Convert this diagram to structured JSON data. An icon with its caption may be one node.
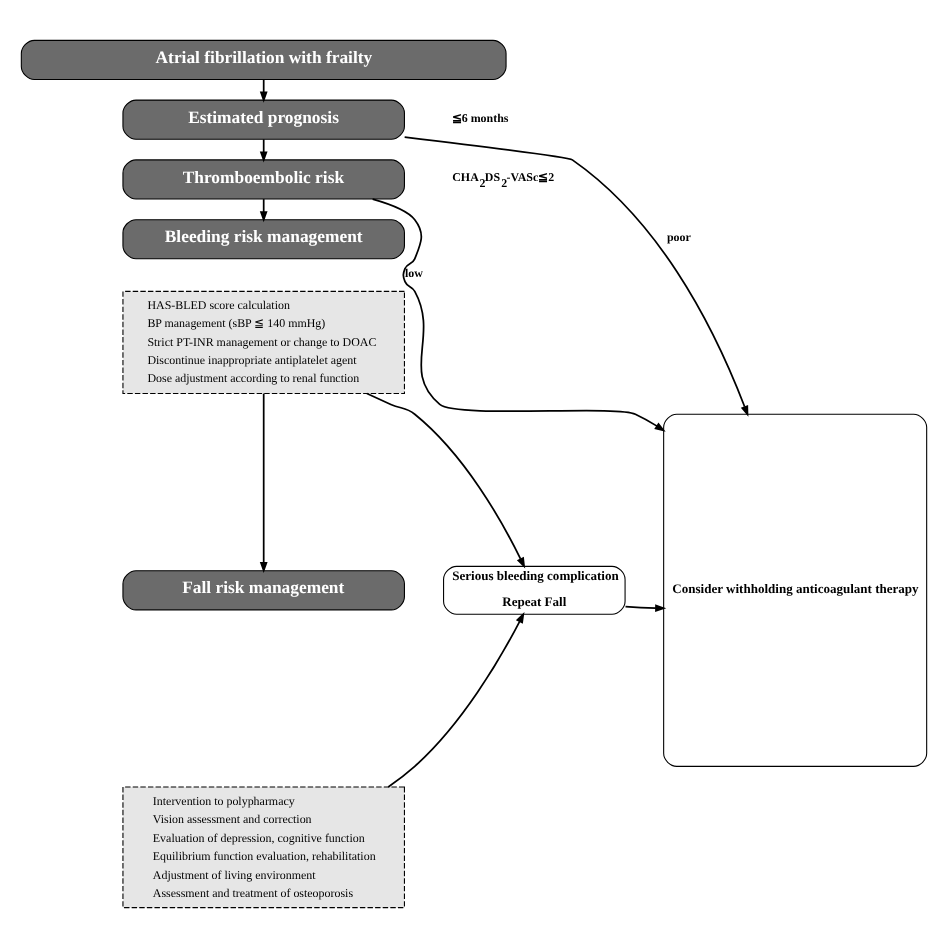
{
  "diagram": {
    "nodes": [
      {
        "text": [
          "Atrial fibrillation with frailty"
        ]
      },
      {
        "text": [
          "Estimated prognosis"
        ]
      },
      {
        "text": [
          "Thromboembolic risk"
        ]
      },
      {
        "text": [
          "Bleeding risk management"
        ]
      },
      {
        "text": [
          "HAS-BLED score calculation",
          "BP management (sBP ≦ 140 mmHg)",
          "Strict PT-INR management or change to DOAC",
          "Discontinue inappropriate antiplatelet agent",
          "Dose adjustment according to renal function"
        ]
      },
      {
        "text": [
          "Fall risk management"
        ]
      },
      {
        "text": [
          "Intervention to polypharmacy",
          "Vision assessment and correction",
          "Evaluation of depression, cognitive function",
          "Equilibrium function evaluation, rehabilitation",
          "Adjustment of living environment",
          "Assessment and treatment of osteoporosis"
        ]
      },
      {
        "text": [
          "Serious bleeding complication",
          "Repeat Fall"
        ]
      },
      {
        "text": [
          "Consider withholding anticoagulant therapy"
        ]
      }
    ],
    "edges": [
      {
        "from": 0,
        "to": 1,
        "arrow": "to"
      },
      {
        "from": 1,
        "to": 2,
        "arrow": "to"
      },
      {
        "from": 2,
        "to": 3,
        "arrow": "to"
      },
      {
        "from": 1,
        "to": 8,
        "arrow": "to",
        "label": "poor"
      },
      {
        "from": 2,
        "to": 8,
        "arrow": "to",
        "label": "low"
      },
      {
        "from": 4,
        "to": 5,
        "arrow": "to"
      },
      {
        "from": 4,
        "to": 7,
        "arrow": "to"
      },
      {
        "from": 6,
        "to": 7,
        "arrow": "to"
      },
      {
        "from": 7,
        "to": 8,
        "arrow": "to"
      }
    ],
    "labels": [
      "≦6 months",
      "CHA$_{2}$DS$_{2}$-VASc≦2"
    ]
  }
}
